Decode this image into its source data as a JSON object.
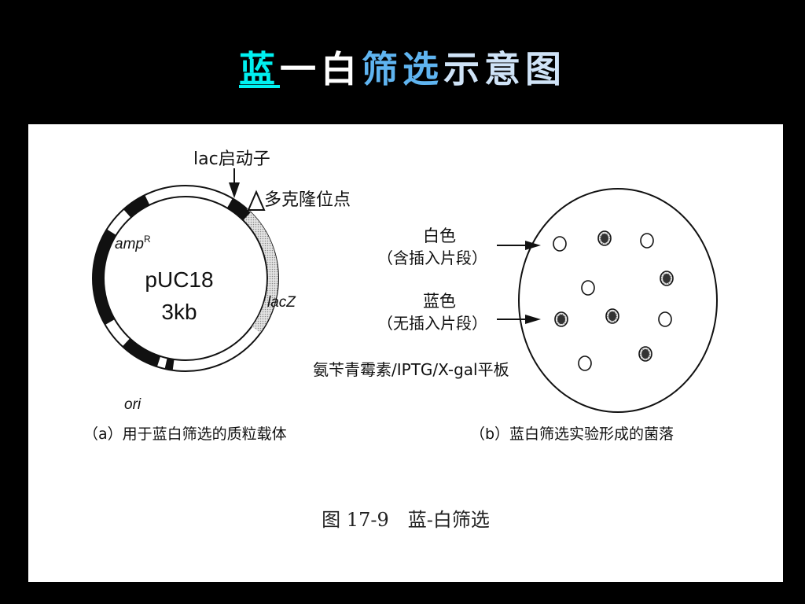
{
  "slide": {
    "title_parts": [
      {
        "text": "蓝",
        "color": "#00f0f0"
      },
      {
        "text": "一",
        "color": "#ffffff"
      },
      {
        "text": "白",
        "color": "#ffffff"
      },
      {
        "text": "筛",
        "color": "#5fb4f0"
      },
      {
        "text": "选",
        "color": "#5fb4f0"
      },
      {
        "text": "示意图",
        "color": "#cfe3f7"
      }
    ]
  },
  "plasmid": {
    "name": "pUC18",
    "size": "3kb",
    "promoter_label": "lac启动子",
    "mcs_label": "多克隆位点",
    "amp_label": "amp",
    "amp_superscript": "R",
    "lacz_label": "lacZ",
    "ori_label": "ori",
    "panel_caption": "（a）用于蓝白筛选的质粒载体"
  },
  "plate": {
    "white_label": "白色",
    "white_sub": "（含插入片段）",
    "blue_label": "蓝色",
    "blue_sub": "（无插入片段）",
    "plate_label": "氨苄青霉素/IPTG/X-gal平板",
    "panel_caption": "（b）蓝白筛选实验形成的菌落"
  },
  "figure": {
    "caption": "图 17-9　蓝-白筛选"
  }
}
